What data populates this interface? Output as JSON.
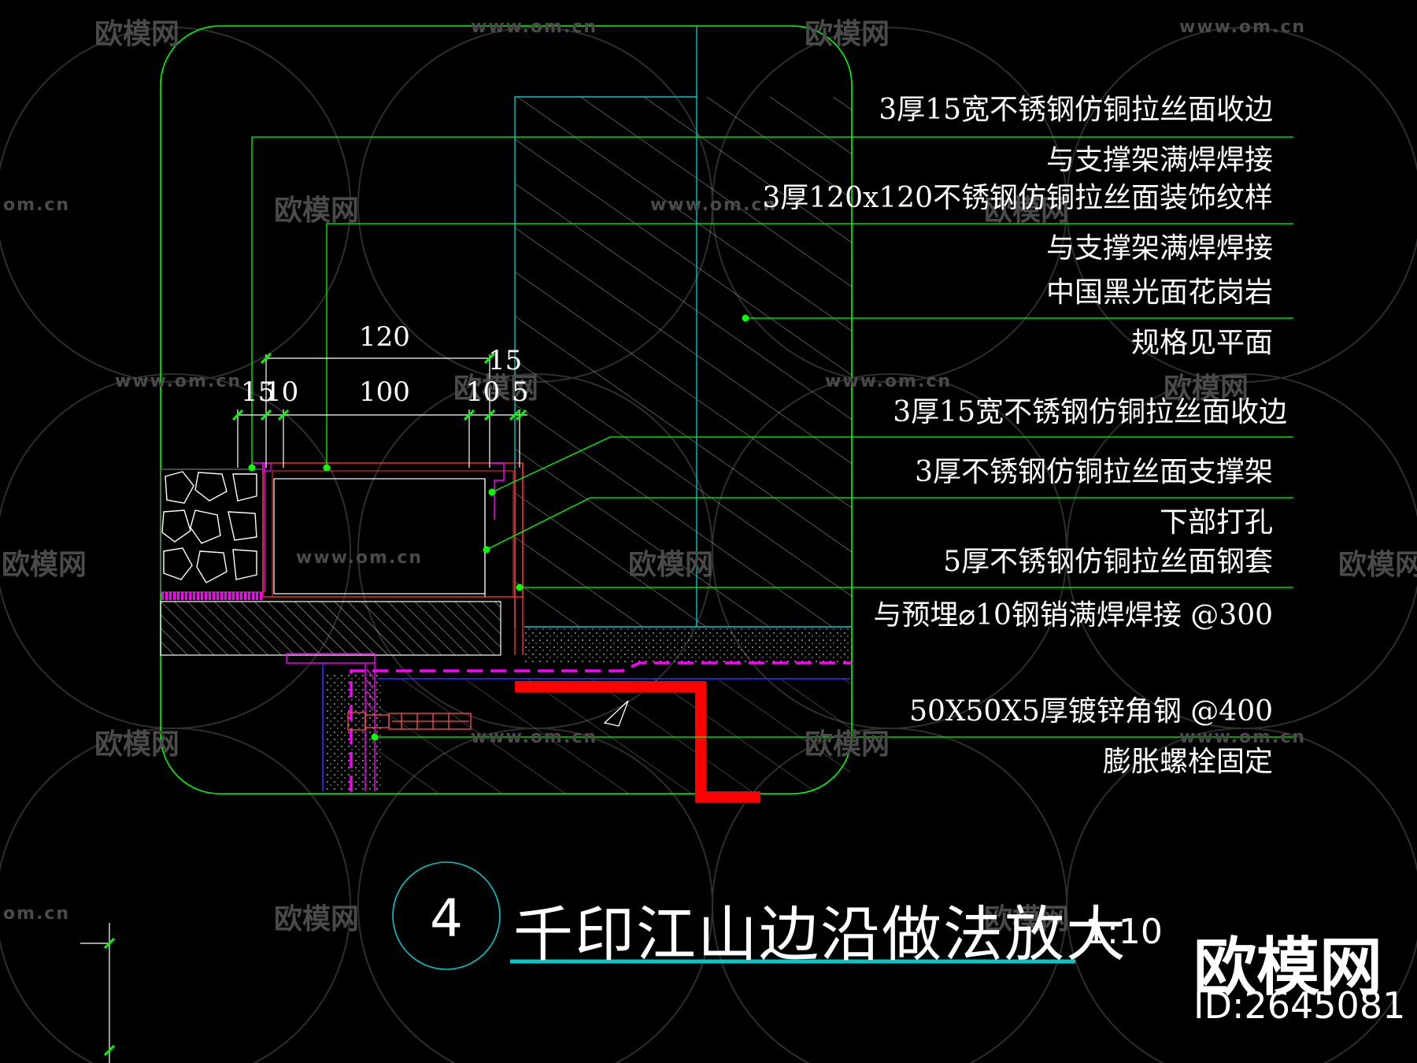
{
  "notes": [
    "3厚15宽不锈钢仿铜拉丝面收边",
    "与支撑架满焊焊接",
    "3厚120x120不锈钢仿铜拉丝面装饰纹样",
    "与支撑架满焊焊接",
    "中国黑光面花岗岩",
    "规格见平面",
    "3厚15宽不锈钢仿铜拉丝面收边",
    "3厚不锈钢仿铜拉丝面支撑架",
    "下部打孔",
    "5厚不锈钢仿铜拉丝面钢套",
    "与预埋⌀10钢销满焊焊接 @300",
    "50X50X5厚镀锌角钢 @400",
    "膨胀螺栓固定"
  ],
  "dimensions": {
    "top": [
      "120",
      "15"
    ],
    "bottom": [
      "15",
      "10",
      "100",
      "10",
      "5"
    ]
  },
  "title": {
    "number": "4",
    "text": "千印江山边沿做法放大",
    "scale": "1:10"
  },
  "watermark": {
    "logo": "欧模网",
    "url": "www.om.cn",
    "url_short": "om.cn",
    "brand": "欧模网",
    "id": "ID:2645081"
  },
  "colors": {
    "background": "#000000",
    "outline": "#00ff00",
    "cyan": "#00c8c8",
    "magenta": "#ff00ff",
    "red": "#ff0000",
    "blue": "#3030ff",
    "white": "#ffffff"
  }
}
